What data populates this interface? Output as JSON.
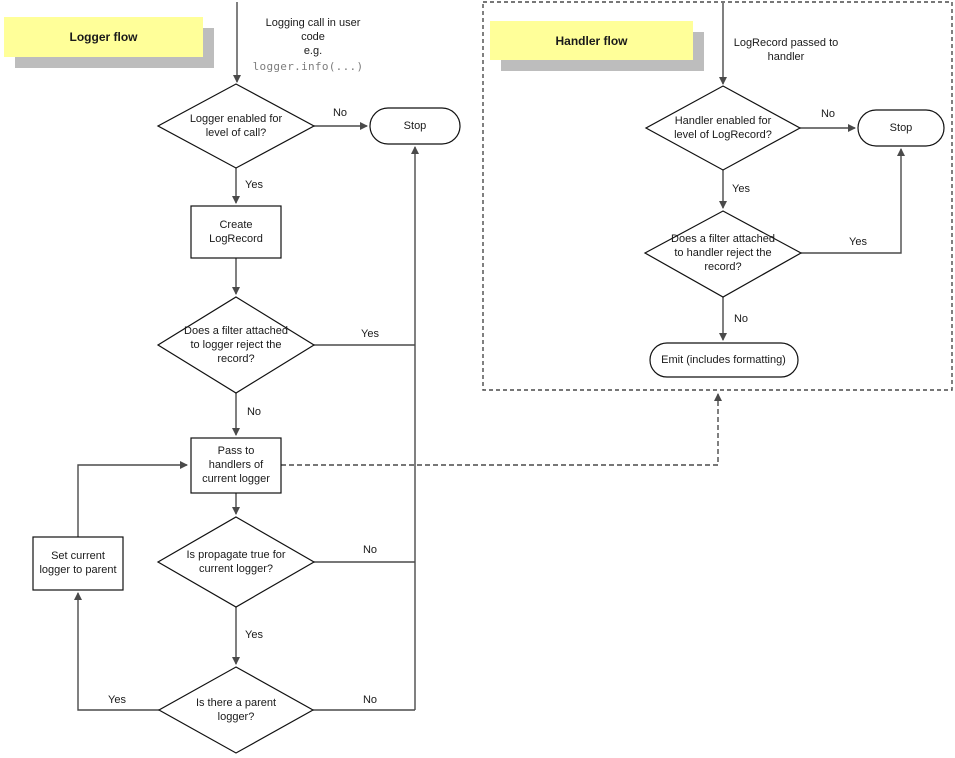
{
  "diagram": {
    "background": "#ffffff",
    "note_fill": "#ffff99",
    "note_shadow": "#bdbdbd",
    "line_color": "#4a4a4a",
    "shape_stroke": "#111111",
    "text_color": "#1a1a1a",
    "code_color": "#7d7d7d"
  },
  "logger_flow": {
    "title": "Logger flow",
    "entry": {
      "text": "Logging call in user\ncode\ne.g.",
      "code": "logger.info(...)"
    },
    "nodes": {
      "level_check": "Logger enabled for\nlevel of call?",
      "stop": "Stop",
      "create_record": "Create\nLogRecord",
      "filter_check": "Does a filter attached\nto logger reject the\nrecord?",
      "pass_handlers": "Pass to\nhandlers of\ncurrent logger",
      "propagate_check": "Is propagate true for\ncurrent logger?",
      "set_parent": "Set current\nlogger to parent",
      "parent_check": "Is there a parent\nlogger?"
    },
    "labels": {
      "level_no": "No",
      "level_yes": "Yes",
      "filter_yes": "Yes",
      "filter_no": "No",
      "propagate_no": "No",
      "propagate_yes": "Yes",
      "parent_yes": "Yes",
      "parent_no": "No"
    }
  },
  "handler_flow": {
    "title": "Handler flow",
    "entry": {
      "text": "LogRecord passed to\nhandler"
    },
    "nodes": {
      "level_check": "Handler enabled for\nlevel of LogRecord?",
      "stop": "Stop",
      "filter_check": "Does a filter attached\nto handler reject the\nrecord?",
      "emit": "Emit (includes formatting)"
    },
    "labels": {
      "level_no": "No",
      "level_yes": "Yes",
      "filter_yes": "Yes",
      "filter_no": "No"
    }
  }
}
